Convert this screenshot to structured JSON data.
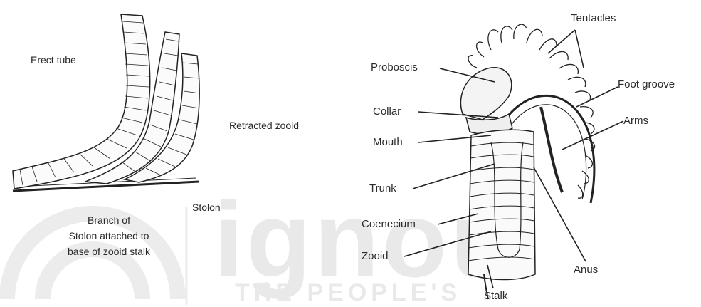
{
  "watermark": {
    "text": "ignou",
    "subtext": "THE PEOPLE'S"
  },
  "left_figure": {
    "labels": {
      "erect_tube": "Erect tube",
      "retracted_zooid": "Retracted zooid",
      "stolon": "Stolon",
      "branch_line1": "Branch of",
      "branch_line2": "Stolon attached to",
      "branch_line3": "base of zooid stalk"
    }
  },
  "right_figure": {
    "labels": {
      "tentacles": "Tentacles",
      "proboscis": "Proboscis",
      "foot_groove": "Foot groove",
      "collar": "Collar",
      "arms": "Arms",
      "mouth": "Mouth",
      "trunk": "Trunk",
      "coenecium": "Coenecium",
      "zooid": "Zooid",
      "anus": "Anus",
      "stalk": "Stalk"
    }
  }
}
